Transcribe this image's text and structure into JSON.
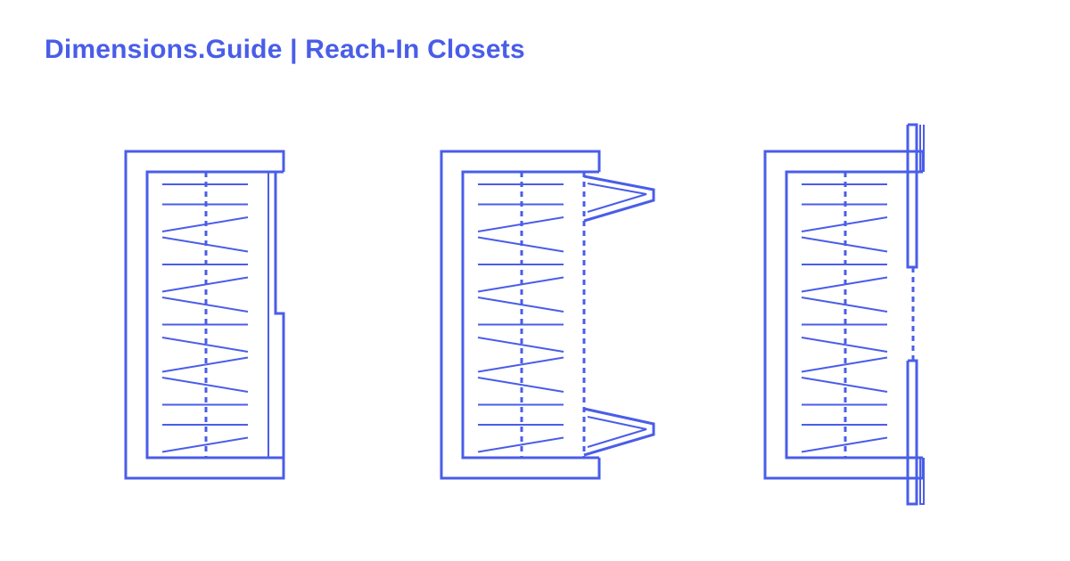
{
  "header": {
    "title": "Dimensions.Guide | Reach-In Closets"
  },
  "colors": {
    "accent": "#4a5de8",
    "background": "#ffffff"
  },
  "diagram": {
    "closets": [
      {
        "name": "closet-sliding-panel"
      },
      {
        "name": "closet-bifold-doors"
      },
      {
        "name": "closet-bypass-doors"
      }
    ]
  }
}
